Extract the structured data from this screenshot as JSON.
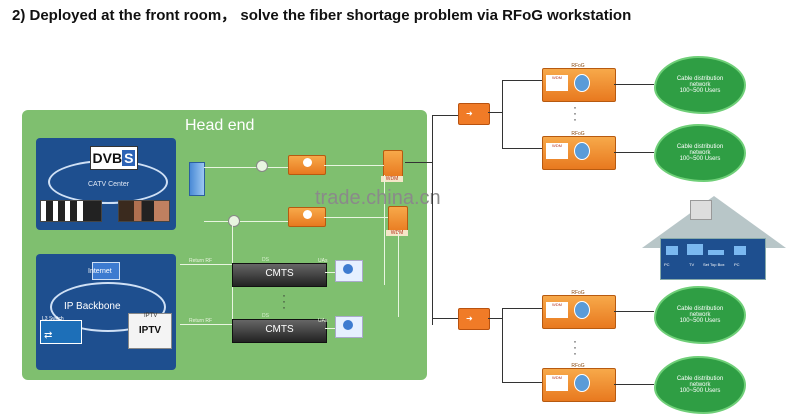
{
  "title": "2)  Deployed at the front room， solve the fiber shortage problem via RFoG workstation",
  "head_end": {
    "title": "Head end",
    "catv_logo_main": "DVB",
    "catv_logo_s": "S",
    "catv_center": "CATV Center",
    "internet_label": "Internet",
    "ip_backbone": "IP Backbone",
    "iptv": "IPTV",
    "iptv_small": "IPTV",
    "switch_label": "L3 Switch",
    "cmts_1": "CMTS",
    "cmts_2": "CMTS",
    "ds_1": "DS",
    "ds_2": "DS",
    "return_rf_1": "Return RF",
    "return_rf_2": "Return RF",
    "upstream_1": "UAs",
    "upstream_2": "UAs",
    "wdm_1": "WDM",
    "wdm_2": "WDM"
  },
  "rfog_units": [
    {
      "label": "RFoG",
      "ports": "WDM"
    },
    {
      "label": "RFoG",
      "ports": "WDM"
    },
    {
      "label": "RFoG",
      "ports": "WDM"
    },
    {
      "label": "RFoG",
      "ports": "WDM"
    }
  ],
  "clouds": [
    {
      "line1": "Cable distribution",
      "line2": "network",
      "line3": "100~500 Users"
    },
    {
      "line1": "Cable distribution",
      "line2": "network",
      "line3": "100~500 Users"
    },
    {
      "line1": "Cable distribution",
      "line2": "network",
      "line3": "100~500 Users"
    },
    {
      "line1": "Cable distribution",
      "line2": "network",
      "line3": "100~500 Users"
    }
  ],
  "house_devices": [
    "PC",
    "TV",
    "Set Top Box",
    "PC"
  ],
  "watermark": "trade.china.cn",
  "colors": {
    "head_end_bg": "#7fbf6f",
    "panel": "#1e4f8f",
    "device_orange": "#f07b27",
    "cloud": "#2f9e44"
  }
}
